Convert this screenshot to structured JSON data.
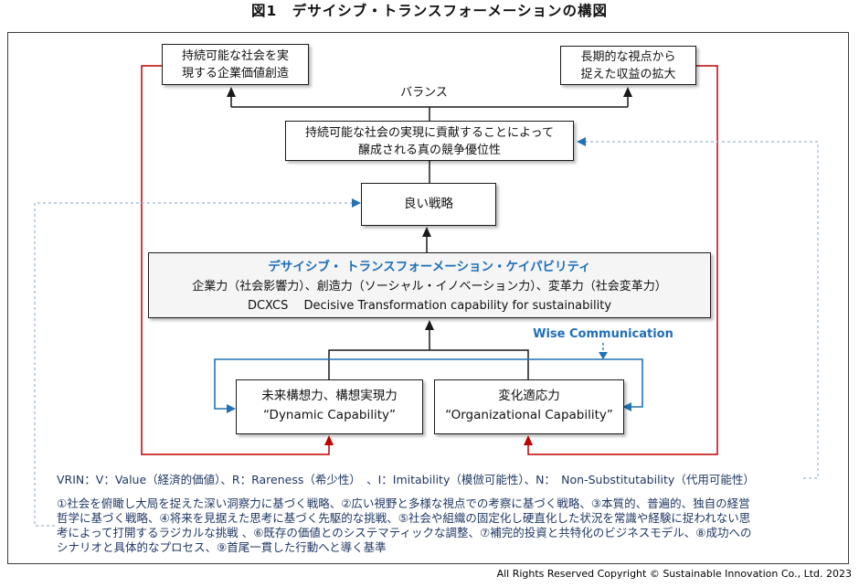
{
  "figure": {
    "title": "図1　デサイシブ・トランスフォーメーションの構図"
  },
  "boxes": {
    "corporate_value": {
      "line1": "持続可能な社会を実",
      "line2": "現する企業価値創造"
    },
    "profit_expansion": {
      "line1": "長期的な視点から",
      "line2": "捉えた収益の拡大"
    },
    "balance_label": "バランス",
    "competitive_advantage": {
      "line1": "持続可能な社会の実現に貢献することによって",
      "line2": "醸成される真の競争優位性"
    },
    "good_strategy": "良い戦略",
    "capability": {
      "title": "デサイシブ・ トランスフォーメーション・ケイパビリティ",
      "line2": "企業力（社会影響力）、創造力（ソーシャル・イノベーション力）、変革力（社会変革力）",
      "line3": "DCXCS　 Decisive Transformation capability for sustainability"
    },
    "wise_communication": "Wise Communication",
    "dynamic_capability": {
      "line1": "未来構想力、構想実現力",
      "line2": "“Dynamic Capability”"
    },
    "organizational_capability": {
      "line1": "変化適応力",
      "line2": "“Organizational Capability”"
    }
  },
  "notes": {
    "vrin": "VRIN：V：Value（経済的価値）、R：Rareness（希少性）　、I：Imitability（模倣可能性）、N：　Non-Substitutability（代用可能性）",
    "numbered_lines": [
      "①社会を俯瞰し大局を捉えた深い洞察力に基づく戦略、②広い視野と多様な視点での考察に基づく戦略、③本質的、普遍的、独自の経営",
      "哲学に基づく戦略、④将来を見据えた思考に基づく先駆的な挑戦、⑤社会や組織の固定化し硬直化した状況を常識や経験に捉われない思",
      "考によって打開するラジカルな挑戦 、⑥既存の価値とのシステマティックな調整、⑦補完的投資と共特化のビジネスモデル、⑧成功への",
      "シナリオと具体的なプロセス、⑨首尾一貫した行動へと導く基準"
    ]
  },
  "footer": {
    "copyright": "All Rights Reserved Copyright © Sustainable Innovation Co., Ltd. 2023"
  },
  "colors": {
    "red": "#c00000",
    "blue": "#2272b4",
    "dashed_blue": "#9db3ce",
    "heading_blue": "#1f6fb8",
    "text_navy": "#203864",
    "line_black": "#1a1a1a"
  }
}
